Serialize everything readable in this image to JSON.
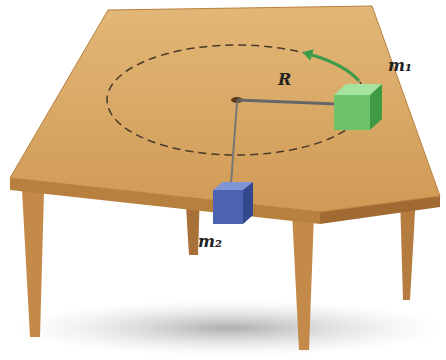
{
  "diagram": {
    "labels": [
      "R",
      "m₁",
      "m₂"
    ]
  }
}
